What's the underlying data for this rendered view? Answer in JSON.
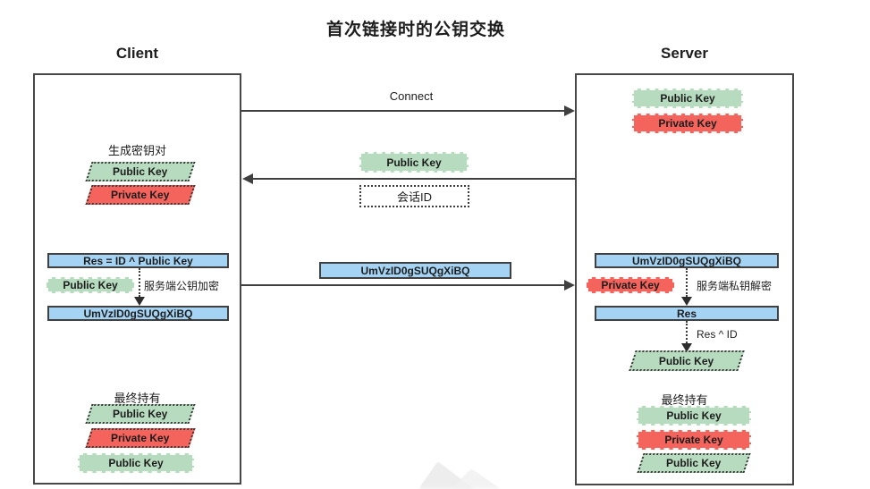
{
  "title": "首次链接时的公钥交换",
  "colors": {
    "green": "#b7dbbf",
    "red": "#f4645d",
    "blue": "#a5d3f3",
    "border": "#474747",
    "arrow": "#3f3f3f"
  },
  "client": {
    "heading": "Client",
    "generate_label": "生成密钥对",
    "generated_keys": [
      {
        "label": "Public Key",
        "color": "green"
      },
      {
        "label": "Private Key",
        "color": "red"
      }
    ],
    "res_formula": "Res = ID ^ Public Key",
    "encrypt_key_label": "Public Key",
    "encrypt_note": "服务端公钥加密",
    "cipher_text": "UmVzID0gSUQgXiBQ",
    "final_label": "最终持有",
    "final_keys": [
      {
        "label": "Public Key",
        "color": "green"
      },
      {
        "label": "Private Key",
        "color": "red"
      },
      {
        "label": "Public Key",
        "color": "green"
      }
    ]
  },
  "messages": {
    "connect": "Connect",
    "server_public_key": "Public Key",
    "session_id": "会话ID",
    "cipher": "UmVzID0gSUQgXiBQ"
  },
  "server": {
    "heading": "Server",
    "own_keys": [
      {
        "label": "Public Key",
        "color": "green"
      },
      {
        "label": "Private Key",
        "color": "red"
      }
    ],
    "cipher_text": "UmVzID0gSUQgXiBQ",
    "decrypt_key_label": "Private Key",
    "decrypt_note": "服务端私钥解密",
    "res_label": "Res",
    "xor_note": "Res ^ ID",
    "recovered_key_label": "Public Key",
    "final_label": "最终持有",
    "final_keys": [
      {
        "label": "Public Key",
        "color": "green"
      },
      {
        "label": "Private Key",
        "color": "red"
      },
      {
        "label": "Public Key",
        "color": "green"
      }
    ]
  }
}
